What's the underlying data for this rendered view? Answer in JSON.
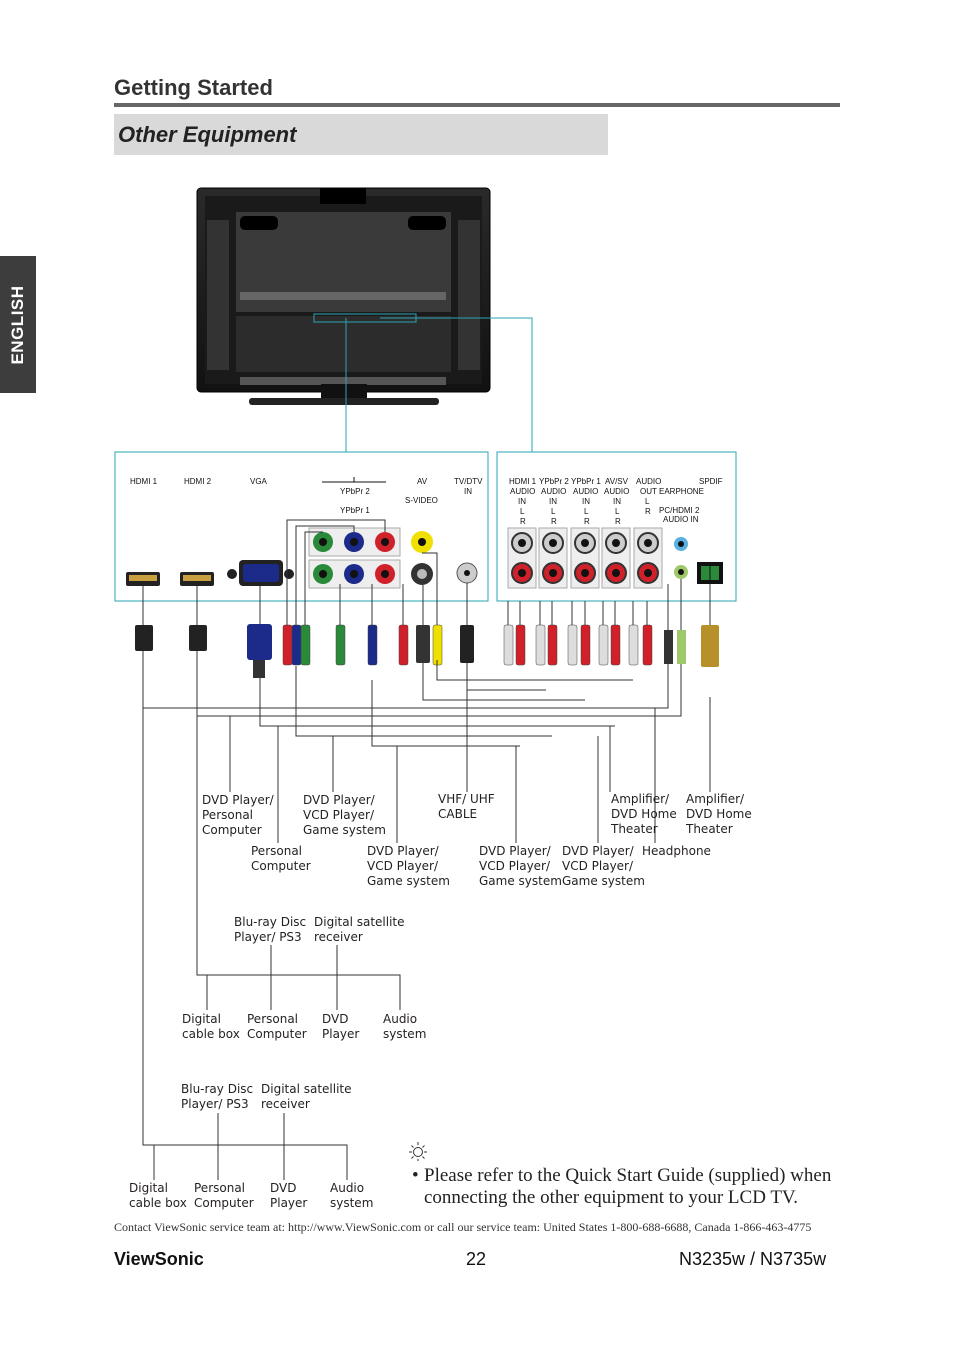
{
  "sidebar": {
    "language_tab": "ENGLISH"
  },
  "header": {
    "section_title": "Getting Started",
    "subsection_title": "Other Equipment"
  },
  "panel_left_labels": {
    "hdmi1": "HDMI 1",
    "hdmi2": "HDMI 2",
    "vga": "VGA",
    "ypbpr2": "YPbPr 2",
    "ypbpr1": "YPbPr 1",
    "av": "AV",
    "svideo": "S-VIDEO",
    "tvdtv": "TV/DTV",
    "in": "IN"
  },
  "panel_right_labels": {
    "col1": [
      "HDMI 1",
      "AUDIO",
      "IN",
      "L",
      "R"
    ],
    "col2": [
      "YPbPr 2",
      "AUDIO",
      "IN",
      "L",
      "R"
    ],
    "col3": [
      "YPbPr 1",
      "AUDIO",
      "IN",
      "L",
      "R"
    ],
    "col4": [
      "AV/SV",
      "AUDIO",
      "IN",
      "L",
      "R"
    ],
    "col5": [
      "AUDIO",
      "OUT",
      "L",
      "R"
    ],
    "earphone": "EARPHONE",
    "pc_hdmi2": [
      "PC/HDMI 2",
      "AUDIO IN"
    ],
    "spdif": "SPDIF"
  },
  "devices_row1": [
    {
      "id": "dvd-pc",
      "lines": [
        "DVD Player/",
        "Personal",
        "Computer"
      ]
    },
    {
      "id": "dvd-vcd-game-1",
      "lines": [
        "DVD Player/",
        "VCD Player/",
        "Game system"
      ]
    },
    {
      "id": "vhf-uhf",
      "lines": [
        "VHF/ UHF",
        "CABLE"
      ]
    },
    {
      "id": "amplifier-1",
      "lines": [
        "Amplifier/",
        "DVD Home",
        "Theater"
      ]
    },
    {
      "id": "amplifier-2",
      "lines": [
        "Amplifier/",
        "DVD Home",
        "Theater"
      ]
    }
  ],
  "devices_row2": [
    {
      "id": "personal-computer",
      "lines": [
        "Personal",
        "Computer"
      ]
    },
    {
      "id": "dvd-vcd-game-2",
      "lines": [
        "DVD Player/",
        "VCD Player/",
        "Game system"
      ]
    },
    {
      "id": "dvd-vcd-game-3",
      "lines": [
        "DVD Player/",
        "VCD Player/",
        "Game system"
      ]
    },
    {
      "id": "dvd-vcd-game-4",
      "lines": [
        "DVD Player/",
        "VCD Player/",
        "Game system"
      ]
    },
    {
      "id": "headphone",
      "lines": [
        "Headphone"
      ]
    }
  ],
  "hdmi2_group": {
    "top": [
      {
        "id": "bluray",
        "lines": [
          "Blu-ray Disc",
          "Player/ PS3"
        ]
      },
      {
        "id": "satellite",
        "lines": [
          "Digital satellite",
          "receiver"
        ]
      }
    ],
    "bottom": [
      {
        "id": "cable-box",
        "lines": [
          "Digital",
          "cable box"
        ]
      },
      {
        "id": "pc",
        "lines": [
          "Personal",
          "Computer"
        ]
      },
      {
        "id": "dvd",
        "lines": [
          "DVD",
          "Player"
        ]
      },
      {
        "id": "audio",
        "lines": [
          "Audio",
          "system"
        ]
      }
    ]
  },
  "hdmi1_group": {
    "top": [
      {
        "id": "bluray",
        "lines": [
          "Blu-ray Disc",
          "Player/ PS3"
        ]
      },
      {
        "id": "satellite",
        "lines": [
          "Digital satellite",
          "receiver"
        ]
      }
    ],
    "bottom": [
      {
        "id": "cable-box",
        "lines": [
          "Digital",
          "cable box"
        ]
      },
      {
        "id": "pc",
        "lines": [
          "Personal",
          "Computer"
        ]
      },
      {
        "id": "dvd",
        "lines": [
          "DVD",
          "Player"
        ]
      },
      {
        "id": "audio",
        "lines": [
          "Audio",
          "system"
        ]
      }
    ]
  },
  "note": {
    "icon": "lightbulb-icon",
    "bullet": "•",
    "text": "Please refer to the Quick Start Guide (supplied) when connecting the other equipment to your LCD TV."
  },
  "contact": "Contact ViewSonic service team at: http://www.ViewSonic.com or call our service team: United States 1-800-688-6688, Canada 1-866-463-4775",
  "footer": {
    "brand": "ViewSonic",
    "page": "22",
    "model": "N3235w / N3735w"
  },
  "colors": {
    "callout": "#2aa5b4",
    "red": "#d0202a",
    "green": "#2a8a3a",
    "blue": "#1c2a8a",
    "yellow": "#f0e000"
  }
}
